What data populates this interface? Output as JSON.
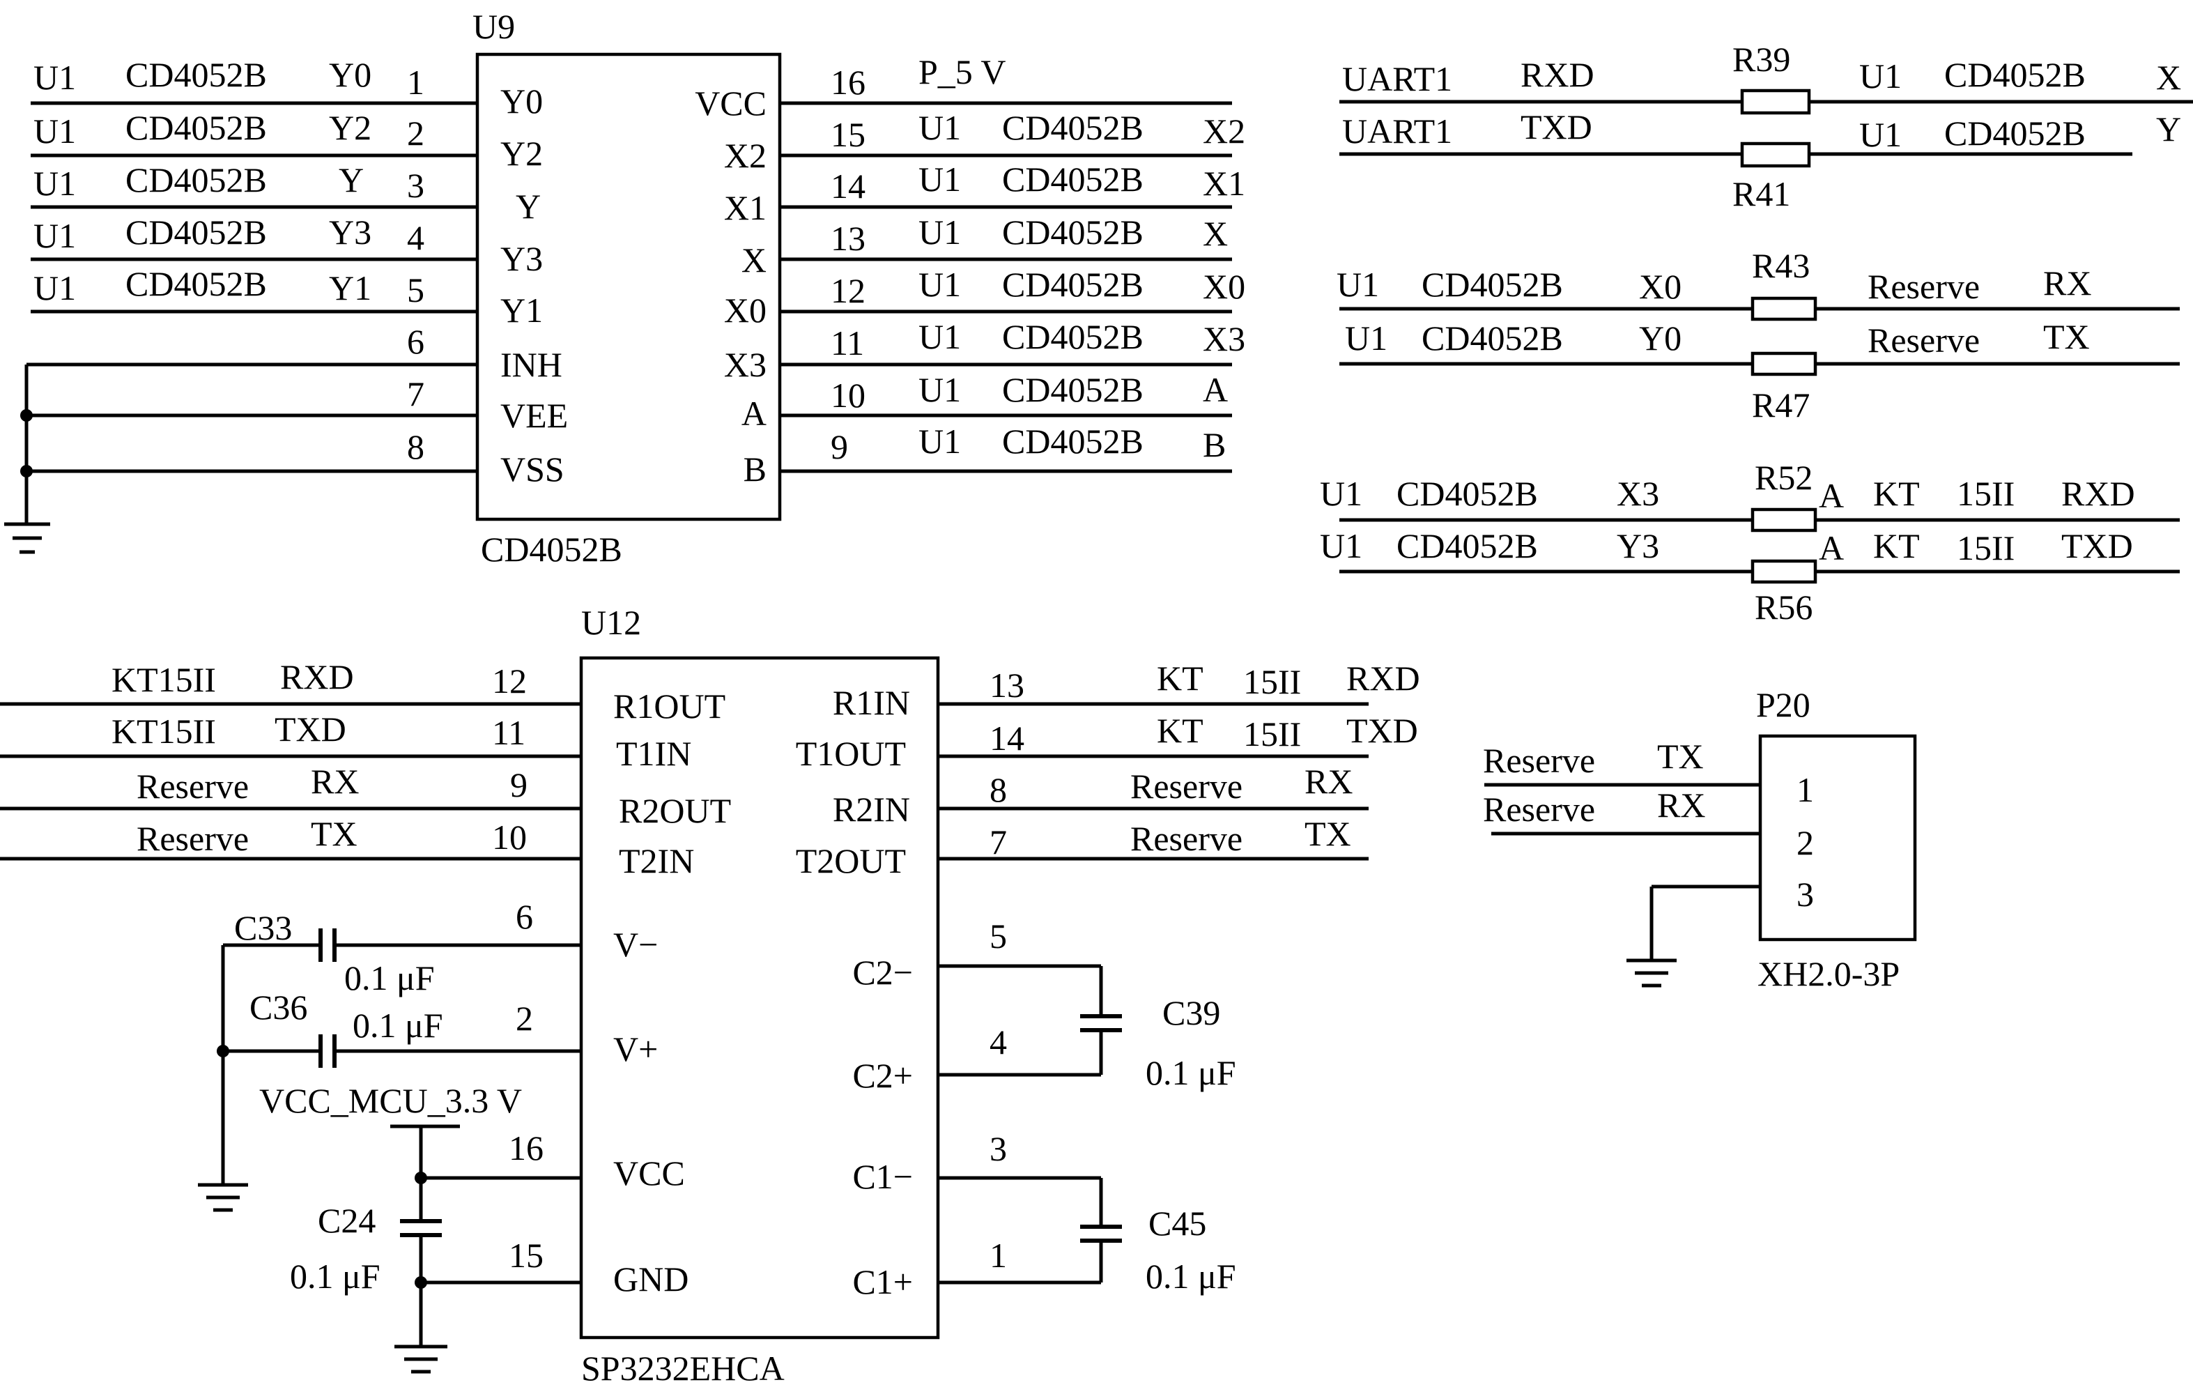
{
  "u9": {
    "ref": "U9",
    "part": "CD4052B",
    "left_pins": [
      {
        "num": "1",
        "name": "Y0"
      },
      {
        "num": "2",
        "name": "Y2"
      },
      {
        "num": "3",
        "name": "Y"
      },
      {
        "num": "4",
        "name": "Y3"
      },
      {
        "num": "5",
        "name": "Y1"
      },
      {
        "num": "6",
        "name": "INH"
      },
      {
        "num": "7",
        "name": "VEE"
      },
      {
        "num": "8",
        "name": "VSS"
      }
    ],
    "right_pins": [
      {
        "num": "16",
        "name": "VCC"
      },
      {
        "num": "15",
        "name": "X2"
      },
      {
        "num": "14",
        "name": "X1"
      },
      {
        "num": "13",
        "name": "X"
      },
      {
        "num": "12",
        "name": "X0"
      },
      {
        "num": "11",
        "name": "X3"
      },
      {
        "num": "10",
        "name": "A"
      },
      {
        "num": "9",
        "name": "B"
      }
    ],
    "left_nets": [
      [
        "U1",
        "CD4052B",
        "Y0"
      ],
      [
        "U1",
        "CD4052B",
        "Y2"
      ],
      [
        "U1",
        "CD4052B",
        "Y"
      ],
      [
        "U1",
        "CD4052B",
        "Y3"
      ],
      [
        "U1",
        "CD4052B",
        "Y1"
      ]
    ],
    "power_net": "P_5 V",
    "right_nets": [
      [
        "U1",
        "CD4052B",
        "X2"
      ],
      [
        "U1",
        "CD4052B",
        "X1"
      ],
      [
        "U1",
        "CD4052B",
        "X"
      ],
      [
        "U1",
        "CD4052B",
        "X0"
      ],
      [
        "U1",
        "CD4052B",
        "X3"
      ],
      [
        "U1",
        "CD4052B",
        "A"
      ],
      [
        "U1",
        "CD4052B",
        "B"
      ]
    ]
  },
  "resistor_groups": [
    {
      "top_res": "R39",
      "bottom_res": "R41",
      "rows": [
        {
          "left": [
            "UART1",
            "RXD"
          ],
          "right": [
            "U1",
            "CD4052B",
            "X"
          ]
        },
        {
          "left": [
            "UART1",
            "TXD"
          ],
          "right": [
            "U1",
            "CD4052B",
            "Y"
          ]
        }
      ]
    },
    {
      "top_res": "R43",
      "bottom_res": "R47",
      "rows": [
        {
          "left": [
            "U1",
            "CD4052B",
            "X0"
          ],
          "right": [
            "Reserve",
            "RX"
          ]
        },
        {
          "left": [
            "U1",
            "CD4052B",
            "Y0"
          ],
          "right": [
            "Reserve",
            "TX"
          ]
        }
      ]
    },
    {
      "top_res": "R52",
      "bottom_res": "R56",
      "rows": [
        {
          "left": [
            "U1",
            "CD4052B",
            "X3"
          ],
          "right": [
            "A",
            "KT",
            "15II",
            "RXD"
          ]
        },
        {
          "left": [
            "U1",
            "CD4052B",
            "Y3"
          ],
          "right": [
            "A",
            "KT",
            "15II",
            "TXD"
          ]
        }
      ]
    }
  ],
  "u12": {
    "ref": "U12",
    "part": "SP3232EHCA",
    "left_pins": [
      {
        "num": "12",
        "name": "R1OUT"
      },
      {
        "num": "11",
        "name": "T1IN"
      },
      {
        "num": "9",
        "name": "R2OUT"
      },
      {
        "num": "10",
        "name": "T2IN"
      },
      {
        "num": "6",
        "name": "V−"
      },
      {
        "num": "2",
        "name": "V+"
      },
      {
        "num": "16",
        "name": "VCC"
      },
      {
        "num": "15",
        "name": "GND"
      }
    ],
    "right_pins": [
      {
        "num": "13",
        "name": "R1IN"
      },
      {
        "num": "14",
        "name": "T1OUT"
      },
      {
        "num": "8",
        "name": "R2IN"
      },
      {
        "num": "7",
        "name": "T2OUT"
      },
      {
        "num": "5",
        "name": "C2−"
      },
      {
        "num": "4",
        "name": "C2+"
      },
      {
        "num": "3",
        "name": "C1−"
      },
      {
        "num": "1",
        "name": "C1+"
      }
    ],
    "left_nets": [
      [
        "KT15II",
        "RXD"
      ],
      [
        "KT15II",
        "TXD"
      ],
      [
        "Reserve",
        "RX"
      ],
      [
        "Reserve",
        "TX"
      ]
    ],
    "right_nets": [
      [
        "KT",
        "15II",
        "RXD"
      ],
      [
        "KT",
        "15II",
        "TXD"
      ],
      [
        "Reserve",
        "RX"
      ],
      [
        "Reserve",
        "TX"
      ]
    ],
    "supply_net": "VCC_MCU_3.3 V"
  },
  "capacitors": [
    {
      "ref": "C33",
      "value": "0.1 μF"
    },
    {
      "ref": "C36",
      "value": "0.1 μF"
    },
    {
      "ref": "C24",
      "value": "0.1 μF"
    },
    {
      "ref": "C39",
      "value": "0.1 μF"
    },
    {
      "ref": "C45",
      "value": "0.1 μF"
    }
  ],
  "p20": {
    "ref": "P20",
    "part": "XH2.0-3P",
    "pins": [
      "1",
      "2",
      "3"
    ],
    "nets": [
      [
        "Reserve",
        "TX"
      ],
      [
        "Reserve",
        "RX"
      ]
    ]
  }
}
